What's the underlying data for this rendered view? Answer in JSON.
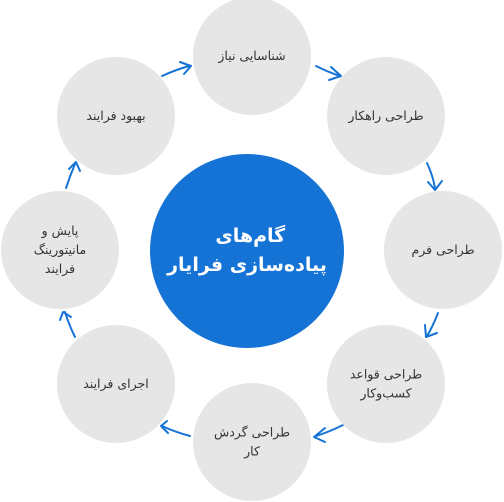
{
  "center": {
    "lines": [
      "گام‌های",
      "پیاده‌سازی فرایار"
    ]
  },
  "steps": [
    {
      "lines": [
        "شناسایی نیاز"
      ]
    },
    {
      "lines": [
        "طراحی راهکار"
      ]
    },
    {
      "lines": [
        "طراحی فرم"
      ]
    },
    {
      "lines": [
        "طراحی قواعد",
        "کسب‌وکار"
      ]
    },
    {
      "lines": [
        "طراحی گردش",
        "کار"
      ]
    },
    {
      "lines": [
        "اجرای فرایند"
      ]
    },
    {
      "lines": [
        "پایش و",
        "مانیتورینگ",
        "فرایند"
      ]
    },
    {
      "lines": [
        "بهبود فرایند"
      ]
    }
  ],
  "colors": {
    "accent": "#1573d6",
    "step_fill": "#e6e6e6",
    "step_text": "#333333",
    "center_text": "#ffffff"
  },
  "icons": {
    "connector": "curved-arrow-icon"
  }
}
